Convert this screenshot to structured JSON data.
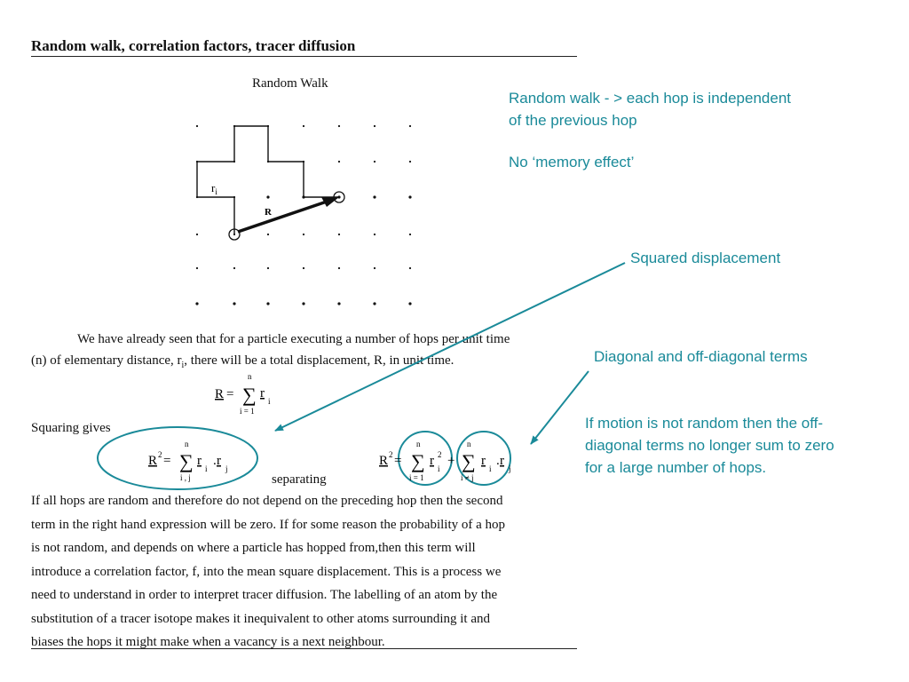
{
  "header": {
    "title": "Random walk, correlation factors, tracer diffusion"
  },
  "diagram": {
    "title": "Random Walk",
    "label_ri": "r",
    "label_ri_sub": "i",
    "label_R": "R"
  },
  "intro": {
    "line1": "We have already seen that for a particle executing a number of hops per unit time",
    "line2_pre": "(n) of elementary distance, r",
    "line2_sub": "i",
    "line2_post": ", there will be a total displacement, R, in unit time."
  },
  "eq1": {
    "lhs": "R",
    "eq": "=",
    "sum_upper": "n",
    "sum_lower": "i = 1",
    "term": "r",
    "term_sub": "i"
  },
  "squaring": {
    "label": "Squaring gives"
  },
  "eq2": {
    "lhs": "R",
    "sup": "2",
    "eq": "=",
    "sum_upper": "n",
    "sum_lower": "i , j",
    "term1": "r",
    "term1_sub": "i",
    "dot": ".",
    "term2": "r",
    "term2_sub": "j"
  },
  "separating": {
    "label": "separating"
  },
  "eq3": {
    "lhs": "R",
    "sup": "2",
    "eq": "=",
    "sum1_upper": "n",
    "sum1_lower": "i = 1",
    "term_a": "r",
    "term_a_sup": "2",
    "term_a_sub": "i",
    "plus": "+",
    "sum2_upper": "n",
    "sum2_lower": "i ≠ j",
    "term_b": "r",
    "term_b_sub": "i",
    "dot": ".",
    "term_c": "r",
    "term_c_sub": "j"
  },
  "paragraph": {
    "lines": [
      "If all hops are random and therefore do not depend on the preceding hop then the second",
      "term in the right hand expression will be zero. If for some reason the probability of a hop",
      "is not random, and depends on where a particle has hopped from,then this term will",
      "introduce a correlation factor, f, into the mean square displacement. This is a process we",
      "need to understand in order to interpret tracer diffusion. The labelling of an atom by the",
      "substitution of a tracer isotope makes it inequivalent to other atoms surrounding it and",
      "biases the hops it might make when a vacancy is a next neighbour."
    ]
  },
  "annotations": {
    "random_walk_1": "Random walk - > each hop is independent",
    "random_walk_2": "of the previous hop",
    "no_memory": "No ‘memory effect’",
    "squared": "Squared displacement",
    "diagonal": "Diagonal and off-diagonal terms",
    "motion_1": "If motion is not random then the off-",
    "motion_2": "diagonal terms no longer sum to zero",
    "motion_3": "for a large number of hops."
  },
  "colors": {
    "annotation": "#1a8a99",
    "text": "#111111"
  }
}
